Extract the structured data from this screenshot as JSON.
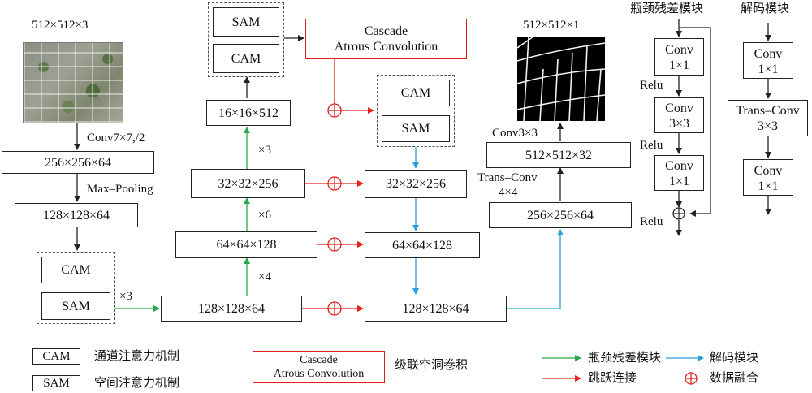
{
  "input": {
    "size": "512×512×3"
  },
  "output": {
    "size": "512×512×1"
  },
  "encoder": {
    "conv_label": "Conv7×7,/2",
    "e1": "256×256×64",
    "pool_label": "Max–Pooling",
    "e2": "128×128×64",
    "att_times": "×3",
    "b128": "128×128×64",
    "rep4": "×4",
    "b64": "64×64×128",
    "rep6": "×6",
    "b32": "32×32×256",
    "rep3": "×3",
    "b16": "16×16×512"
  },
  "cam": "CAM",
  "sam": "SAM",
  "cascade": {
    "line1": "Cascade",
    "line2": "Atrous Convolution"
  },
  "decoder": {
    "d32": "32×32×256",
    "d64": "64×64×128",
    "d128": "128×128×64",
    "d256": "256×256×64",
    "trans_label_1": "Trans–Conv",
    "trans_label_2": "4×4",
    "d512": "512×512×32",
    "conv3_label": "Conv3×3"
  },
  "bottleneck_panel": {
    "title": "瓶颈残差模块",
    "conv1": [
      "Conv",
      "1×1"
    ],
    "relu1": "Relu",
    "conv2": [
      "Conv",
      "3×3"
    ],
    "relu2": "Relu",
    "conv3": [
      "Conv",
      "1×1"
    ],
    "relu3": "Relu"
  },
  "decoder_panel": {
    "title": "解码模块",
    "conv1": [
      "Conv",
      "1×1"
    ],
    "trans": [
      "Trans–Conv",
      "3×3"
    ],
    "conv2": [
      "Conv",
      "1×1"
    ]
  },
  "legend": {
    "cam_text": "通道注意力机制",
    "sam_text": "空间注意力机制",
    "cascade_text": "级联空洞卷积",
    "green_text": "瓶颈残差模块",
    "red_text": "跳跃连接",
    "blue_text": "解码模块",
    "fusion_text": "数据融合"
  },
  "colors": {
    "green": "#2aa84a",
    "red": "#e0201a",
    "blue": "#2a9fd8",
    "black": "#222222"
  }
}
